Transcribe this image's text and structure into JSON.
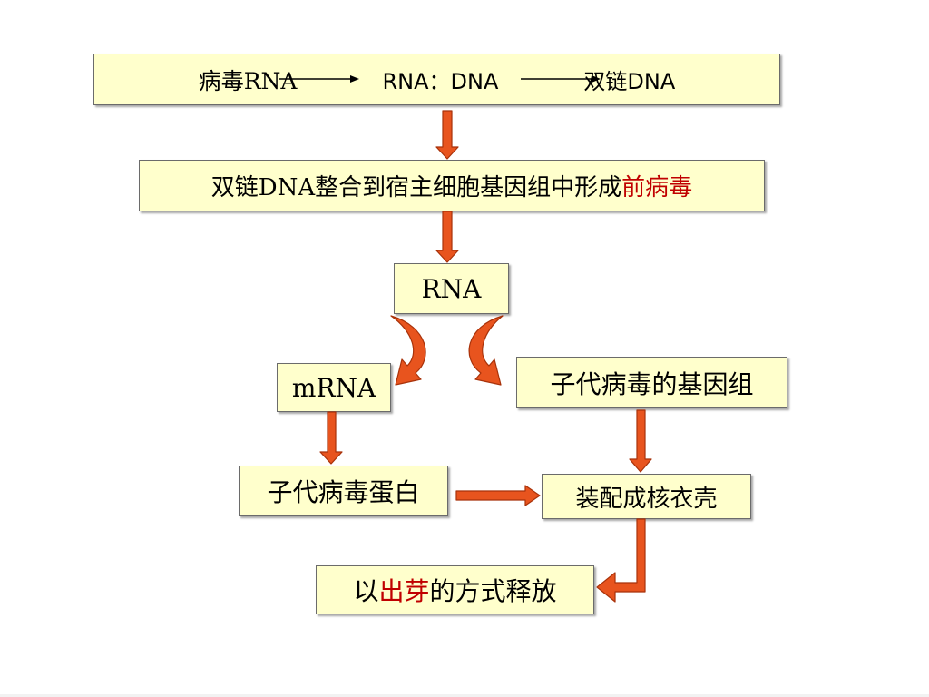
{
  "step1": {
    "part1": "病毒RNA",
    "part2": "RNA：DNA",
    "part3": "双链DNA"
  },
  "step2": {
    "text": "双链DNA整合到宿主细胞基因组中形成",
    "highlight": "前病毒"
  },
  "rna": "RNA",
  "mrna": "mRNA",
  "genome": "子代病毒的基因组",
  "protein": "子代病毒蛋白",
  "assemble": "装配成核衣壳",
  "release": {
    "prefix": "以",
    "highlight": "出芽",
    "suffix": "的方式释放"
  },
  "colors": {
    "box_fill": "#ffffcc",
    "arrow_fill": "#e8541e",
    "highlight_text": "#c00000"
  }
}
